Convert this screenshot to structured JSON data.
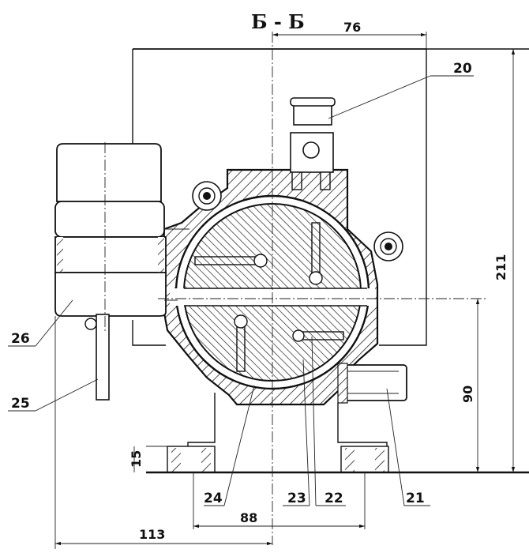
{
  "section_title": "Б - Б",
  "dimensions": {
    "top": "76",
    "right_total": "211",
    "right_axis": "90",
    "flange": "15",
    "bottom_outer": "113",
    "bottom_inner": "88"
  },
  "callouts": {
    "c20": "20",
    "c21": "21",
    "c22": "22",
    "c23": "23",
    "c24": "24",
    "c25": "25",
    "c26": "26"
  }
}
